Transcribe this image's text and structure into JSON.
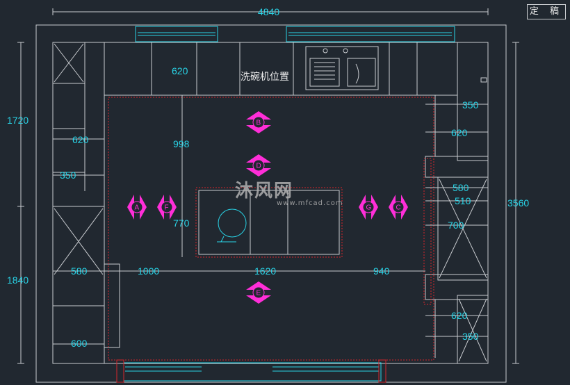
{
  "stamp": "定 稿",
  "watermark": {
    "title": "沐风网",
    "url": "www.mfcad.com"
  },
  "labels": {
    "dishwasher": "洗碗机位置"
  },
  "dims": {
    "overall_width": "4840",
    "overall_height": "3560",
    "left_upper": "1720",
    "left_lower": "1840",
    "upper_cabinet_depth": "620",
    "aisle_top": "998",
    "island_depth": "770",
    "left_cab_depth_upper": "620",
    "left_gap_upper": "350",
    "left_cab_depth_lower": "580",
    "left_lower_bottom": "600",
    "island_left_gap": "1000",
    "island_length": "1620",
    "island_right_gap": "940",
    "right_top_350": "350",
    "right_620_upper": "620",
    "right_580": "580",
    "right_510": "510",
    "right_700": "700",
    "right_620_lower": "620",
    "right_350_bottom": "350"
  },
  "markers": [
    "A",
    "B",
    "C",
    "D",
    "E",
    "F",
    "G"
  ]
}
